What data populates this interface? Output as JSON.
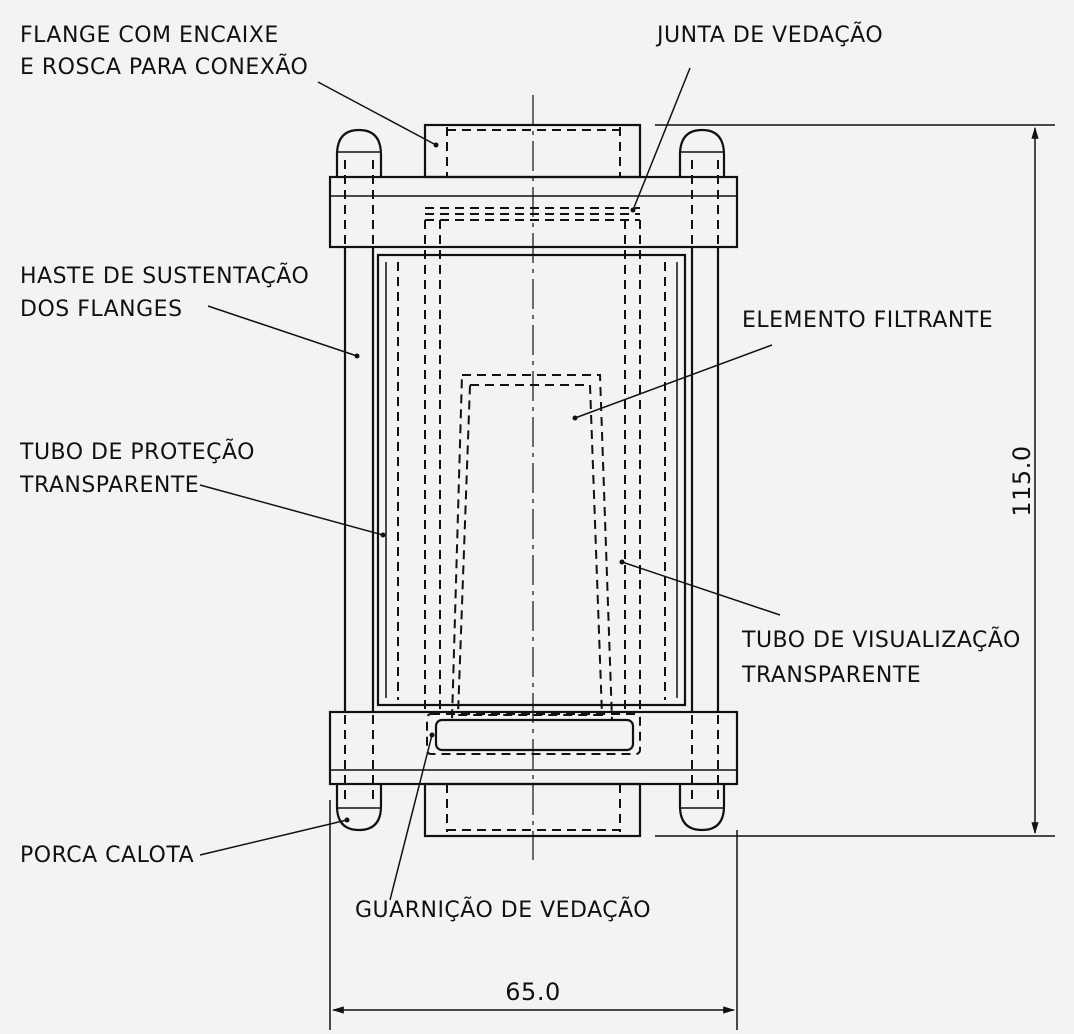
{
  "labels": {
    "flange_line1": "FLANGE COM ENCAIXE",
    "flange_line2": "E ROSCA PARA CONEXÃO",
    "junta": "JUNTA DE VEDAÇÃO",
    "haste_line1": "HASTE DE SUSTENTAÇÃO",
    "haste_line2": "DOS FLANGES",
    "elemento": "ELEMENTO FILTRANTE",
    "protecao_line1": "TUBO DE PROTEÇÃO",
    "protecao_line2": "TRANSPARENTE",
    "visualizacao_line1": "TUBO DE VISUALIZAÇÃO",
    "visualizacao_line2": "TRANSPARENTE",
    "porca": "PORCA CALOTA",
    "guarnicao": "GUARNIÇÃO DE VEDAÇÃO"
  },
  "dimensions": {
    "height": "115.0",
    "width": "65.0"
  }
}
